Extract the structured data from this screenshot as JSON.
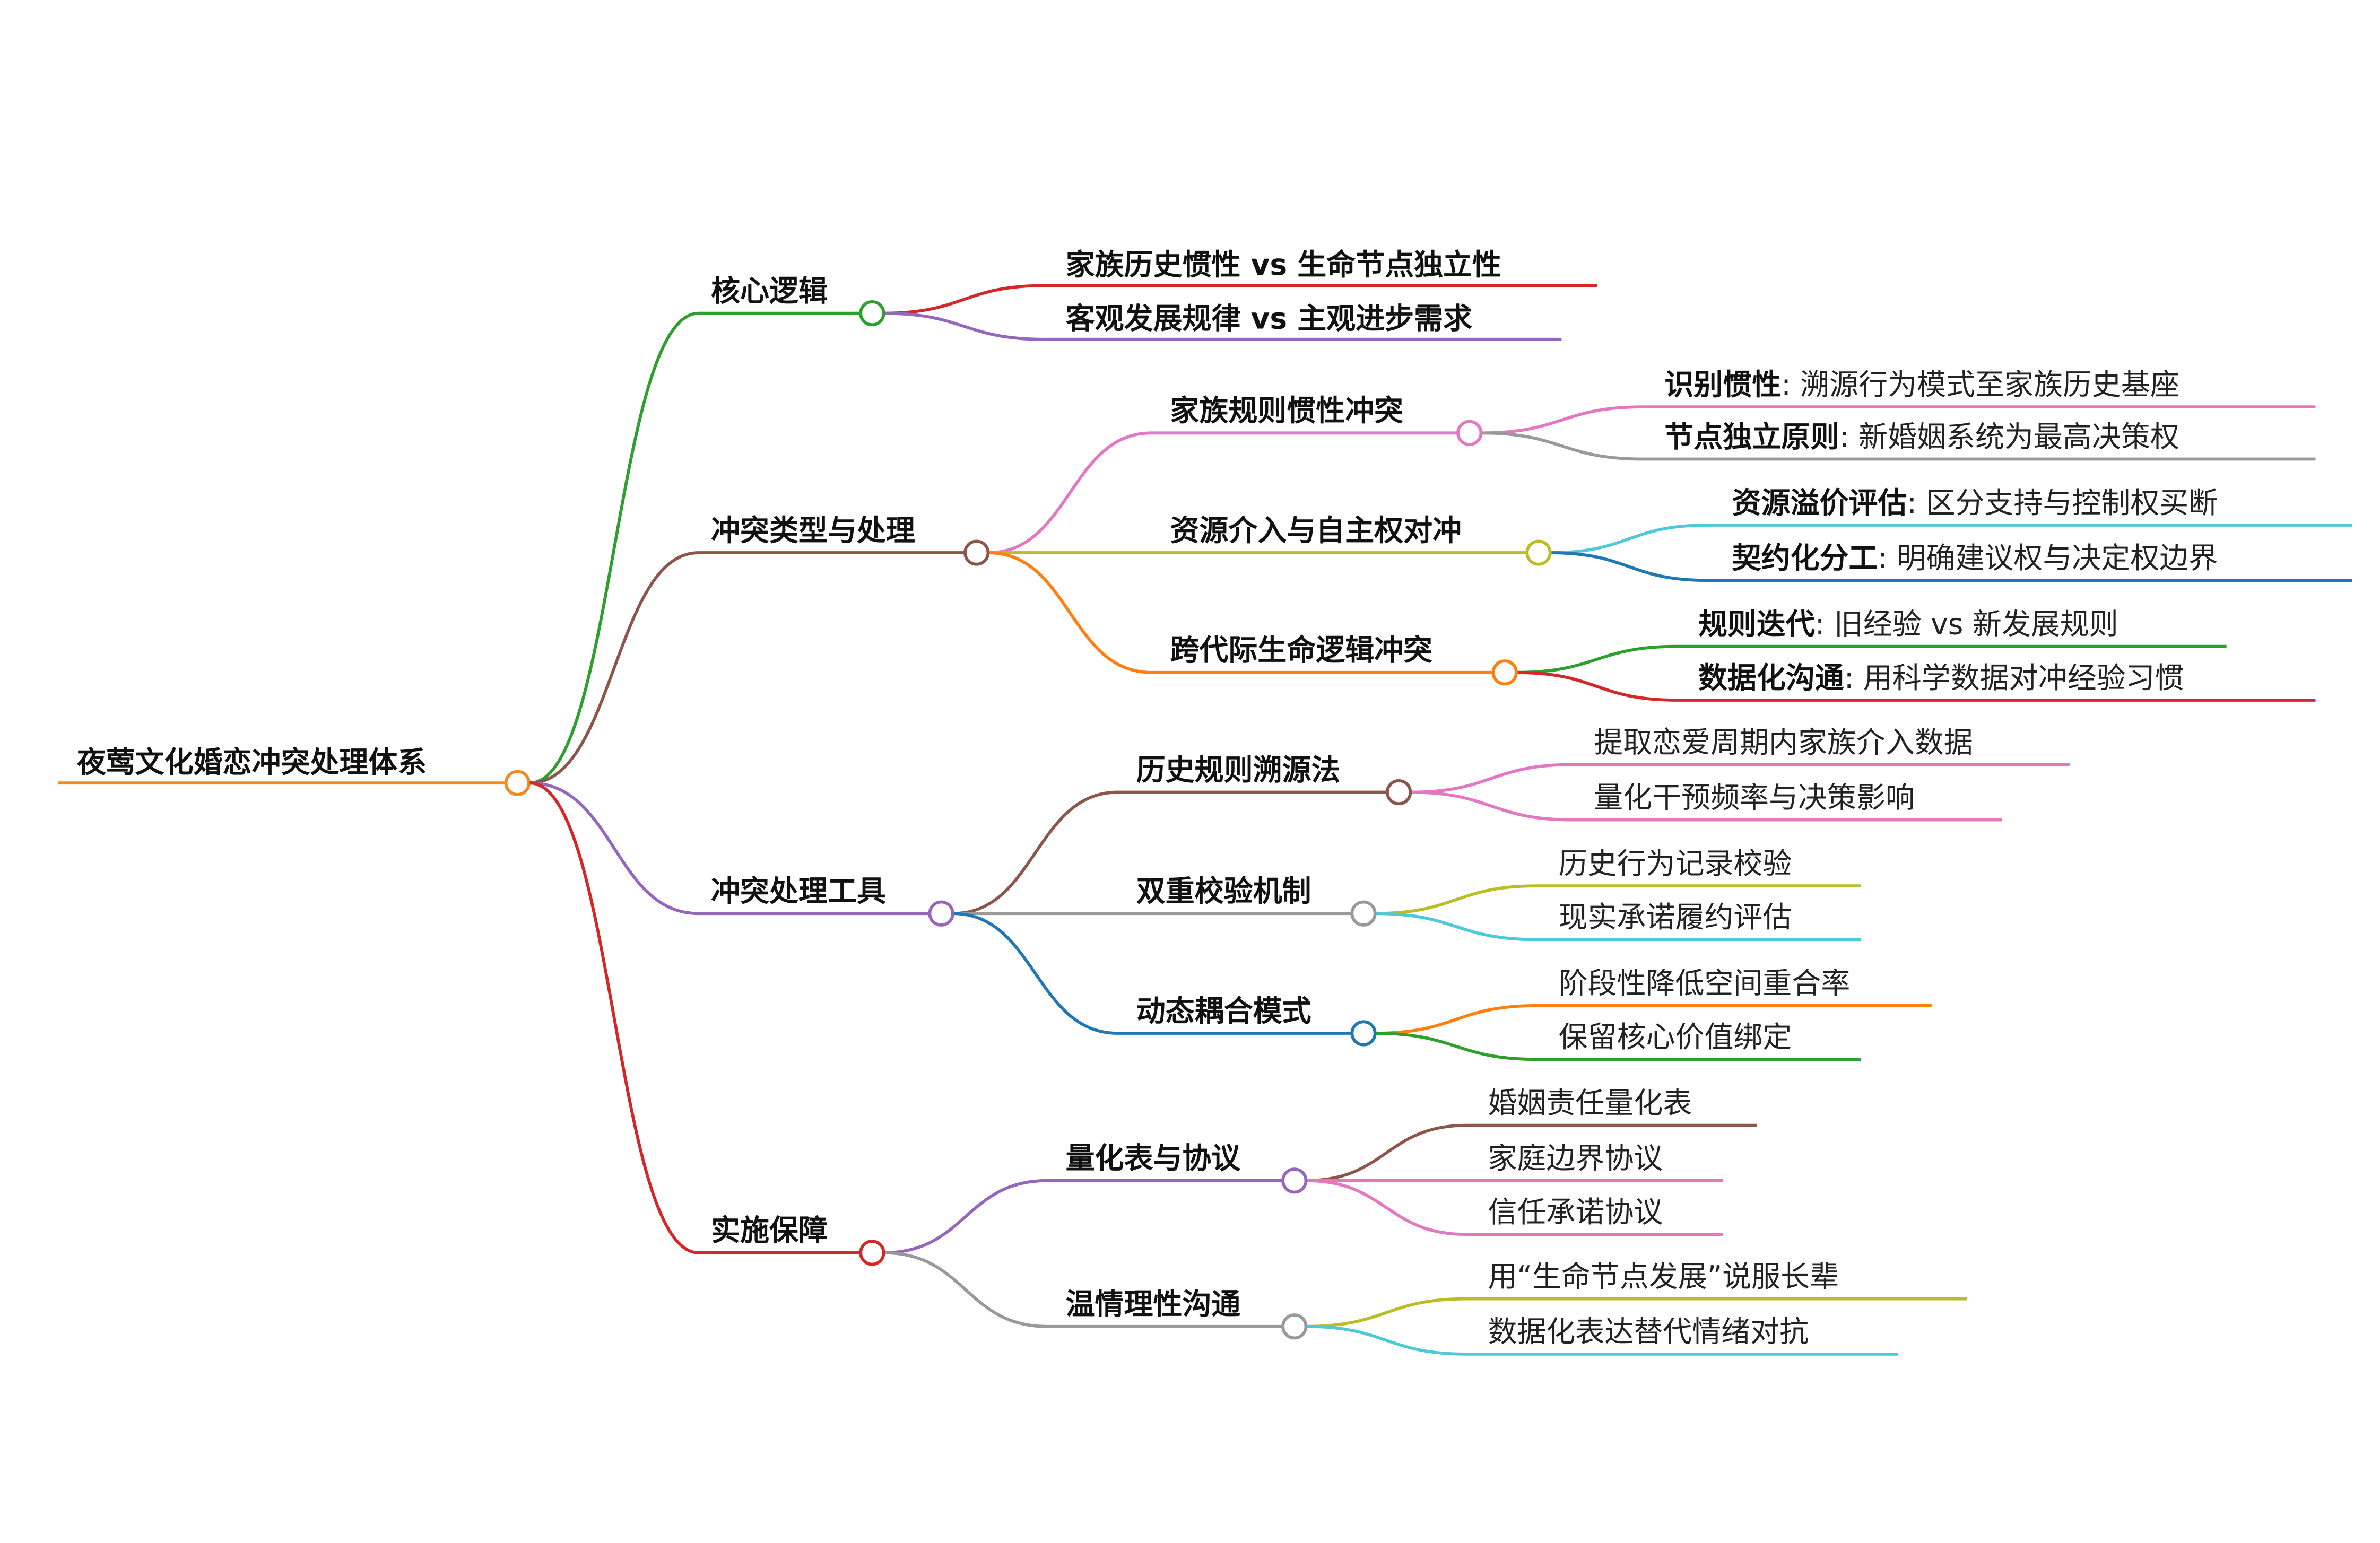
{
  "root": {
    "label": "夜莺文化婚恋冲突处理体系",
    "color": "#f28a1e"
  },
  "branches": [
    {
      "label": "核心逻辑",
      "color": "#2ca02c",
      "children": [
        {
          "label": "家族历史惯性 vs 生命节点独立性",
          "color": "#d62728"
        },
        {
          "label": "客观发展规律 vs 主观进步需求",
          "color": "#9467bd"
        }
      ]
    },
    {
      "label": "冲突类型与处理",
      "color": "#8c564b",
      "children": [
        {
          "label": "家族规则惯性冲突",
          "color": "#e377c2",
          "children": [
            {
              "label": "识别惯性",
              "desc": "溯源行为模式至家族历史基座",
              "color": "#e377c2"
            },
            {
              "label": "节点独立原则",
              "desc": "新婚姻系统为最高决策权",
              "color": "#999999"
            }
          ]
        },
        {
          "label": "资源介入与自主权对冲",
          "color": "#bcbd22",
          "children": [
            {
              "label": "资源溢价评估",
              "desc": "区分支持与控制权买断",
              "color": "#4fc8d8"
            },
            {
              "label": "契约化分工",
              "desc": "明确建议权与决定权边界",
              "color": "#1f77b4"
            }
          ]
        },
        {
          "label": "跨代际生命逻辑冲突",
          "color": "#ff7f0e",
          "children": [
            {
              "label": "规则迭代",
              "desc": "旧经验 vs 新发展规则",
              "color": "#2ca02c"
            },
            {
              "label": "数据化沟通",
              "desc": "用科学数据对冲经验习惯",
              "color": "#d62728"
            }
          ]
        }
      ]
    },
    {
      "label": "冲突处理工具",
      "color": "#9467bd",
      "children": [
        {
          "label": "历史规则溯源法",
          "color": "#8c564b",
          "children": [
            {
              "label": "提取恋爱周期内家族介入数据",
              "color": "#e377c2"
            },
            {
              "label": "量化干预频率与决策影响",
              "color": "#e377c2"
            }
          ]
        },
        {
          "label": "双重校验机制",
          "color": "#999999",
          "children": [
            {
              "label": "历史行为记录校验",
              "color": "#bcbd22"
            },
            {
              "label": "现实承诺履约评估",
              "color": "#4fc8d8"
            }
          ]
        },
        {
          "label": "动态耦合模式",
          "color": "#1f77b4",
          "children": [
            {
              "label": "阶段性降低空间重合率",
              "color": "#ff7f0e"
            },
            {
              "label": "保留核心价值绑定",
              "color": "#2ca02c"
            }
          ]
        }
      ]
    },
    {
      "label": "实施保障",
      "color": "#d62728",
      "children": [
        {
          "label": "量化表与协议",
          "color": "#9467bd",
          "children": [
            {
              "label": "婚姻责任量化表",
              "color": "#8c564b"
            },
            {
              "label": "家庭边界协议",
              "color": "#e377c2"
            },
            {
              "label": "信任承诺协议",
              "color": "#e377c2"
            }
          ]
        },
        {
          "label": "温情理性沟通",
          "color": "#999999",
          "children": [
            {
              "label": "用“生命节点发展”说服长辈",
              "color": "#bcbd22"
            },
            {
              "label": "数据化表达替代情绪对抗",
              "color": "#4fc8d8"
            }
          ]
        }
      ]
    }
  ]
}
